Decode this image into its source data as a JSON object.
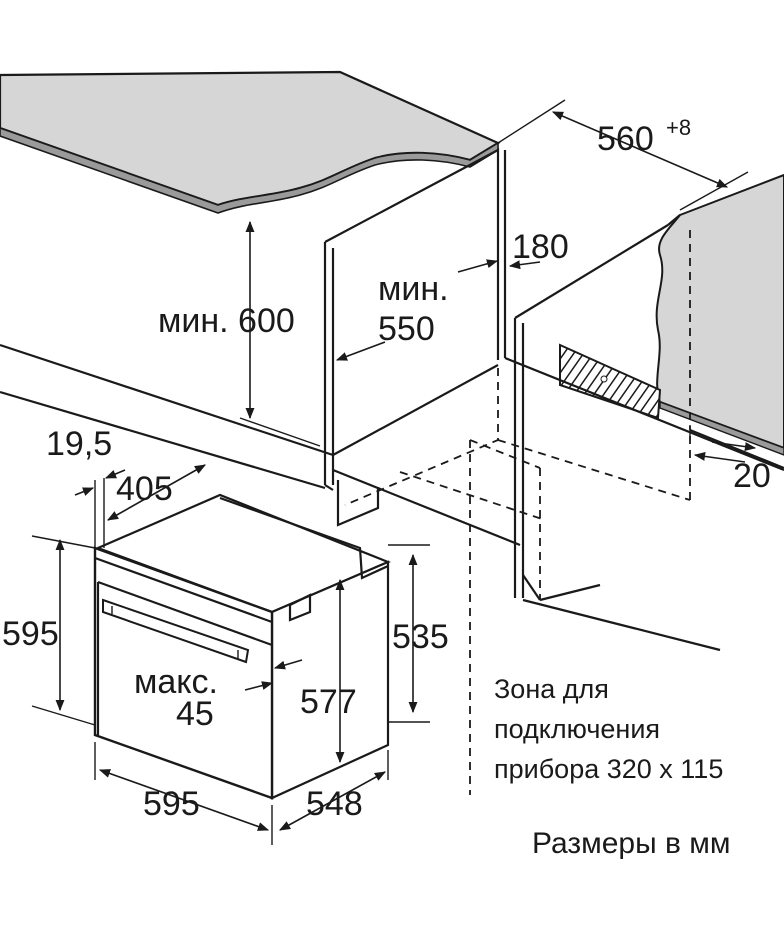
{
  "dimensions": {
    "width_opening": "560",
    "width_opening_tolerance": "+8",
    "vent_width": "180",
    "min_label": "мин.",
    "min_height": "мин. 600",
    "min_depth": "550",
    "gap_20": "20",
    "front_19_5": "19,5",
    "depth_405": "405",
    "height_595": "595",
    "height_535": "535",
    "max_label": "макс.",
    "max_45": "45",
    "height_577": "577",
    "width_595": "595",
    "depth_548": "548"
  },
  "connection_zone": {
    "line1": "Зона для",
    "line2": "подключения",
    "line3": "прибора 320 x 115"
  },
  "units_note": "Размеры в мм"
}
